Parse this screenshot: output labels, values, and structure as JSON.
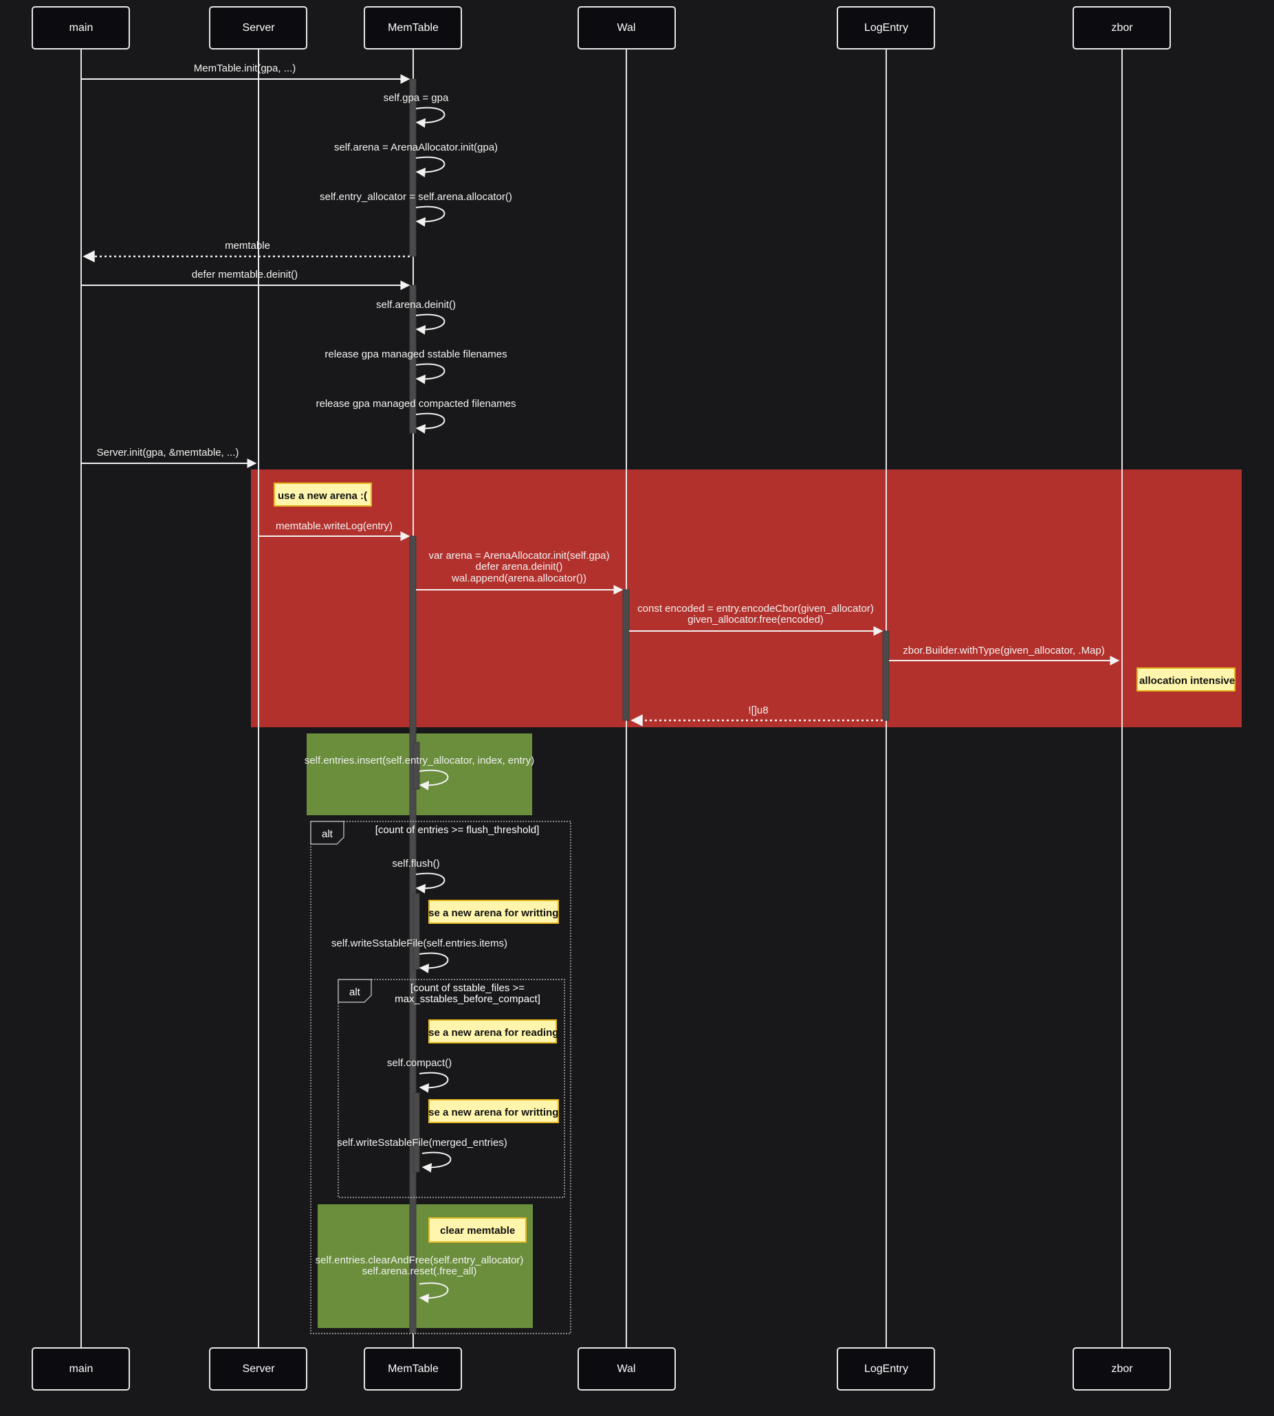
{
  "colors": {
    "background": "#18181a",
    "red_rect": "#b3312d",
    "green_rect": "#6a8e3c",
    "note_fill": "#fff5ad",
    "note_border": "#e6b820"
  },
  "participants": [
    "main",
    "Server",
    "MemTable",
    "Wal",
    "LogEntry",
    "zbor"
  ],
  "messages": {
    "m1": "MemTable.init(gpa, ...)",
    "m2": "self.gpa = gpa",
    "m3": "self.arena = ArenaAllocator.init(gpa)",
    "m4": "self.entry_allocator = self.arena.allocator()",
    "m5": "memtable",
    "m6": "defer memtable.deinit()",
    "m7": "self.arena.deinit()",
    "m8": "release gpa managed sstable filenames",
    "m9": "release gpa managed compacted filenames",
    "m10": "Server.init(gpa, &memtable, ...)",
    "m11": "memtable.writeLog(entry)",
    "m12": [
      "var arena = ArenaAllocator.init(self.gpa)",
      "defer arena.deinit()",
      "wal.append(arena.allocator())"
    ],
    "m13": [
      "const encoded = entry.encodeCbor(given_allocator)",
      "given_allocator.free(encoded)"
    ],
    "m14": "zbor.Builder.withType(given_allocator, .Map)",
    "m15": "![]u8",
    "m16": "self.entries.insert(self.entry_allocator, index, entry)",
    "m17": "self.flush()",
    "m18": "self.writeSstableFile(self.entries.items)",
    "m19": "self.compact()",
    "m20": "self.writeSstableFile(merged_entries)",
    "m21": [
      "self.entries.clearAndFree(self.entry_allocator)",
      "self.arena.reset(.free_all)"
    ]
  },
  "notes": {
    "n1": "use a new arena :(",
    "n2": "allocation intensive",
    "n3": "use a new arena for writting",
    "n4": "use a new arena for reading",
    "n5": "use a new arena for writting",
    "n6": "clear memtable"
  },
  "frames": {
    "alt1": {
      "label": "alt",
      "condition": "[count of entries >= flush_threshold]"
    },
    "alt2": {
      "label": "alt",
      "condition": [
        "[count of sstable_files >=",
        "max_sstables_before_compact]"
      ]
    }
  }
}
